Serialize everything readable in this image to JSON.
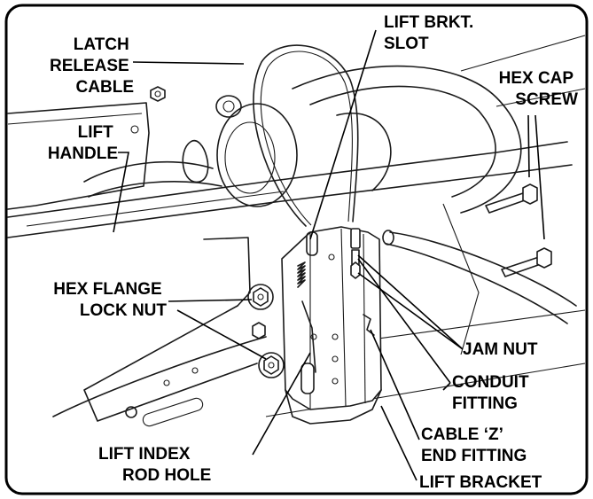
{
  "labels": {
    "latch_release_cable": [
      "LATCH",
      "RELEASE",
      "CABLE"
    ],
    "lift_handle": [
      "LIFT",
      "HANDLE"
    ],
    "lift_brkt_slot": [
      "LIFT BRKT.",
      "SLOT"
    ],
    "hex_cap_screw": [
      "HEX CAP",
      "SCREW"
    ],
    "hex_flange_lock_nut": [
      "HEX FLANGE",
      "LOCK NUT"
    ],
    "jam_nut": "JAM NUT",
    "conduit_fitting": [
      "CONDUIT",
      "FITTING"
    ],
    "cable_z_end_fitting": [
      "CABLE ‘Z’",
      "END FITTING"
    ],
    "lift_index_rod_hole": [
      "LIFT INDEX",
      "ROD HOLE"
    ],
    "lift_bracket": "LIFT BRACKET"
  },
  "colors": {
    "line": "#000000",
    "background": "#ffffff"
  }
}
